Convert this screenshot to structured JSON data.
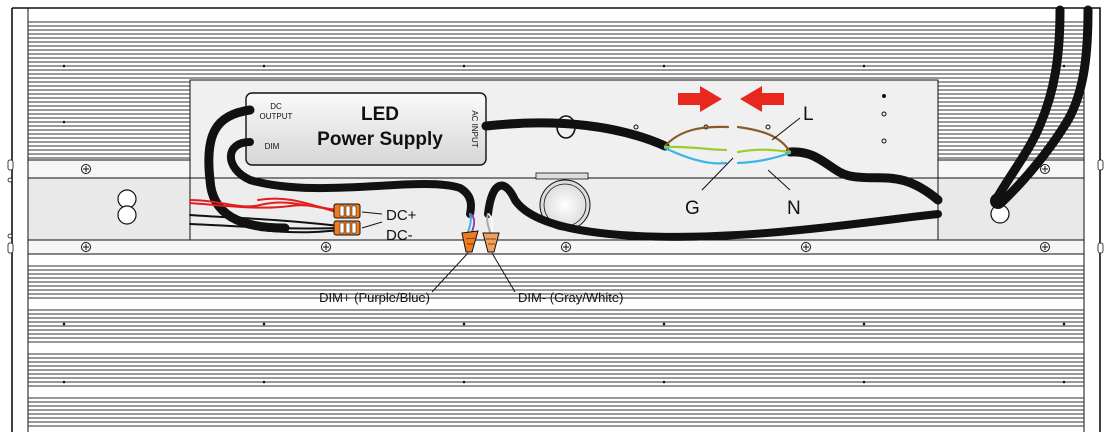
{
  "diagram": {
    "power_supply": {
      "title_line1": "LED",
      "title_line2": "Power Supply",
      "port_dc_output_line1": "DC",
      "port_dc_output_line2": "OUTPUT",
      "port_dim": "DIM",
      "port_ac_input": "AC INPUT"
    },
    "labels": {
      "dc_plus": "DC+",
      "dc_minus": "DC-",
      "dim_plus": "DIM+ (Purple/Blue)",
      "dim_minus": "DIM- (Gray/White)",
      "line": "L",
      "ground": "G",
      "neutral": "N"
    },
    "colors": {
      "wire_brown": "#8b5a2b",
      "wire_green": "#9acd32",
      "wire_blue": "#3ab4e6",
      "wire_red": "#e02020",
      "wire_black": "#111111",
      "wire_purple": "#8e44ad",
      "cable": "#2a2a2a",
      "arrow": "#e8281e",
      "connector_orange": "#f07c1e",
      "panel_gray": "#eeeeee"
    }
  }
}
